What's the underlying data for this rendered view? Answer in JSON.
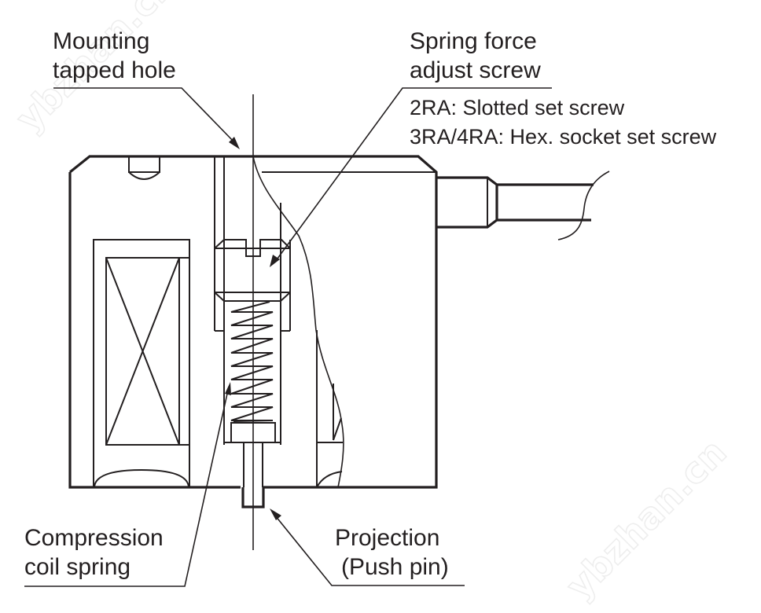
{
  "diagram": {
    "title": "Solenoid push-type mechanism cross-section",
    "line_color": "#231f20",
    "background": "#ffffff",
    "labels": {
      "mounting": [
        "Mounting",
        "tapped hole"
      ],
      "spring_force": [
        "Spring force",
        "adjust screw"
      ],
      "screw_types": [
        "2RA: Slotted set screw",
        "3RA/4RA: Hex. socket set screw"
      ],
      "compression": [
        "Compression",
        "coil spring"
      ],
      "projection": [
        "Projection",
        "(Push pin)"
      ]
    },
    "watermarks": [
      "ybzhan.cn",
      "ybzhan.cn"
    ],
    "parts": [
      "body",
      "mounting-tapped-hole",
      "coil",
      "adjust-screw",
      "compression-spring",
      "push-pin",
      "cable",
      "center-axis"
    ]
  }
}
